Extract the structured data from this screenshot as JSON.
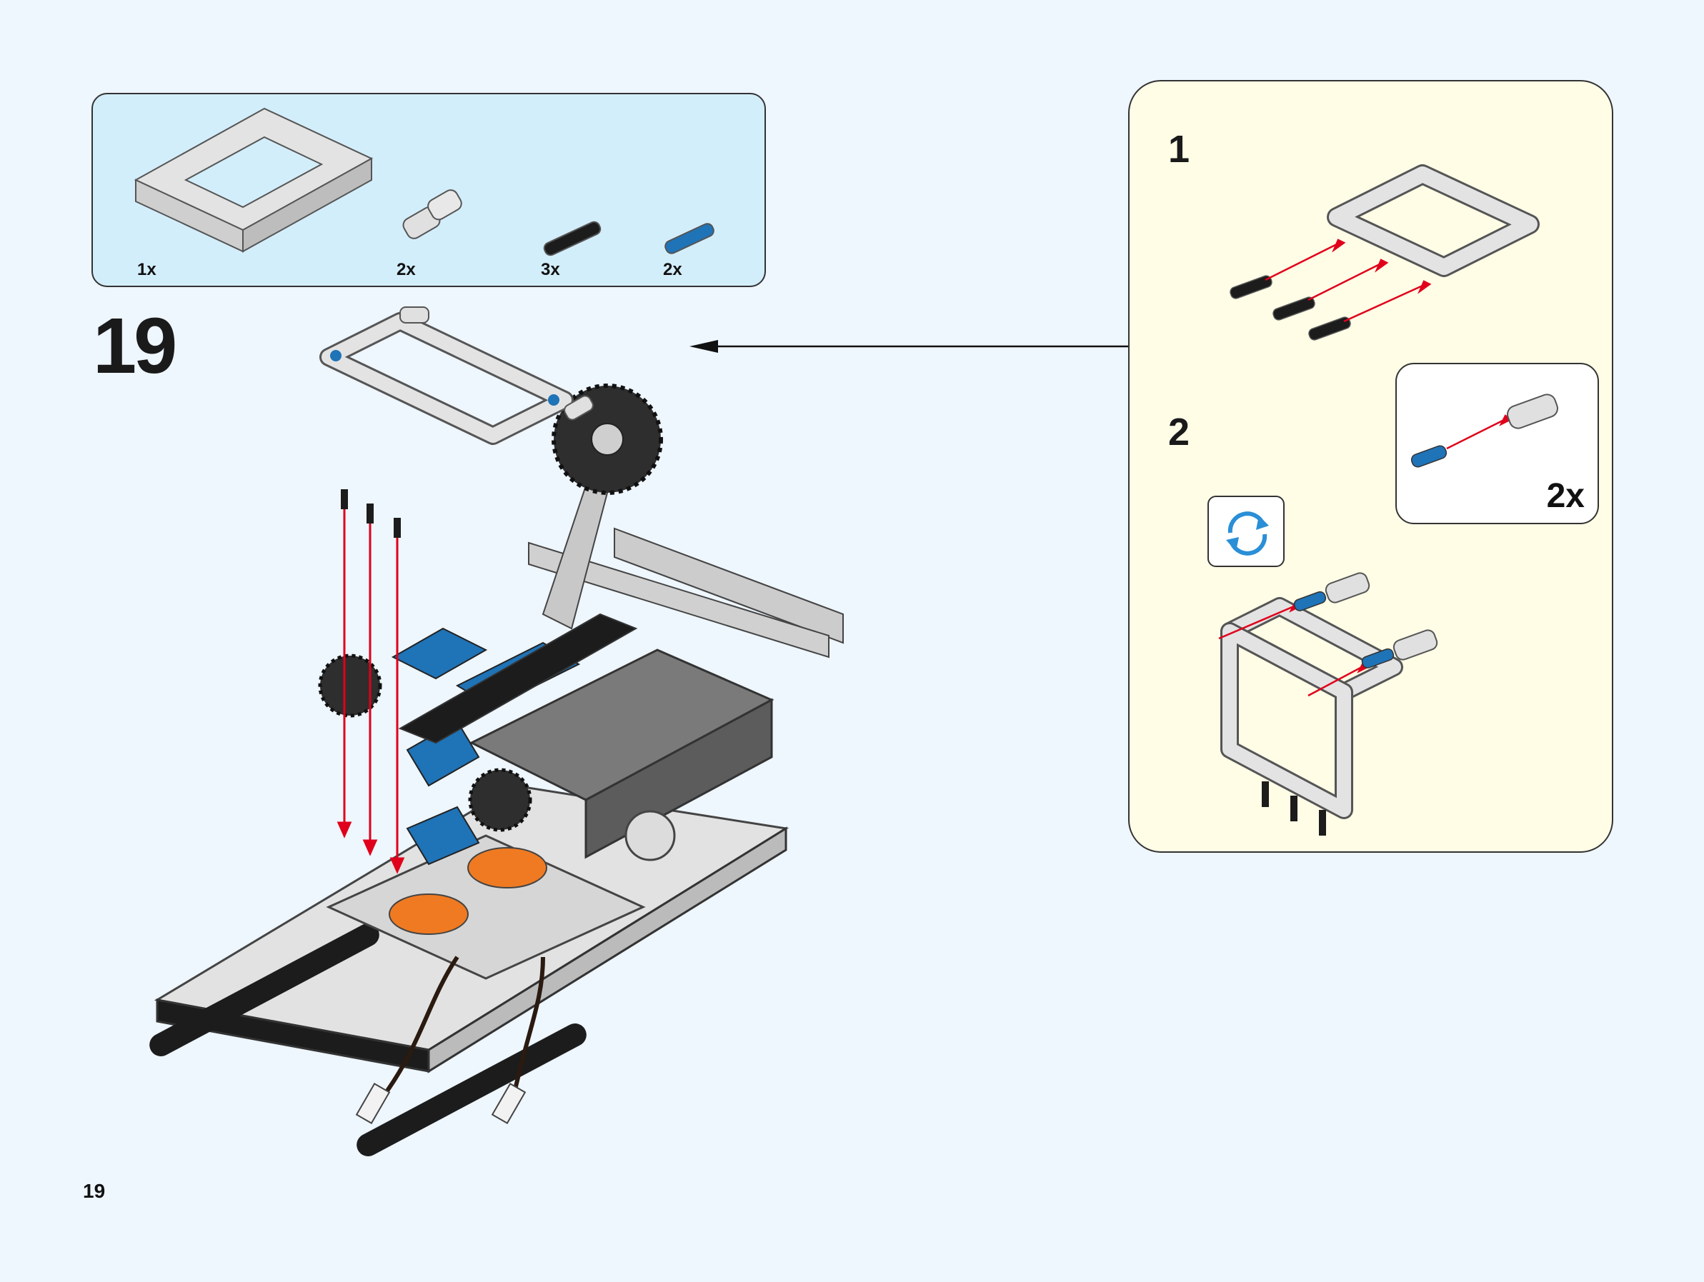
{
  "parts": [
    {
      "name": "frame-5x7",
      "qty": "1x"
    },
    {
      "name": "angle-connector",
      "qty": "2x"
    },
    {
      "name": "black-friction-pin",
      "qty": "3x"
    },
    {
      "name": "blue-axle-pin",
      "qty": "2x"
    }
  ],
  "step": {
    "number": "19"
  },
  "substeps": [
    {
      "number": "1"
    },
    {
      "number": "2",
      "inset_qty": "2x",
      "icon": "rotate-icon"
    }
  ],
  "page_number": "19",
  "colors": {
    "page_background": "#eef6fe",
    "parts_box": "#d3eefb",
    "substep_box": "#fffde6",
    "arrow": "#e0001b",
    "lego_blue": "#1f73b7",
    "lego_gray": "#dcdcdc",
    "lego_orange": "#f07a21"
  }
}
